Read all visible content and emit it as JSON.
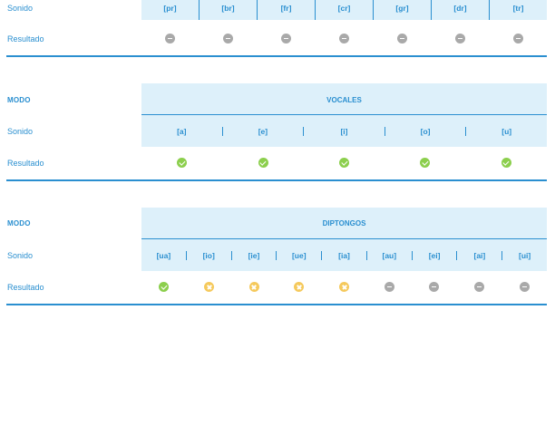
{
  "section1": {
    "sound_label": "Sonido",
    "result_label": "Resultado",
    "sounds": [
      "[pr]",
      "[br]",
      "[fr]",
      "[cr]",
      "[gr]",
      "[dr]",
      "[tr]"
    ],
    "results": [
      "neutral",
      "neutral",
      "neutral",
      "neutral",
      "neutral",
      "neutral",
      "neutral"
    ]
  },
  "section2": {
    "mode_label": "MODO",
    "title": "VOCALES",
    "sound_label": "Sonido",
    "result_label": "Resultado",
    "sounds": [
      "[a]",
      "[e]",
      "[i]",
      "[o]",
      "[u]"
    ],
    "results": [
      "correct",
      "correct",
      "correct",
      "correct",
      "correct"
    ]
  },
  "section3": {
    "mode_label": "MODO",
    "title": "DIPTONGOS",
    "sound_label": "Sonido",
    "result_label": "Resultado",
    "sounds": [
      "[ua]",
      "[io]",
      "[ie]",
      "[ue]",
      "[ia]",
      "[au]",
      "[ei]",
      "[ai]",
      "[ui]"
    ],
    "results": [
      "correct",
      "incorrect",
      "incorrect",
      "incorrect",
      "incorrect",
      "neutral",
      "neutral",
      "neutral",
      "neutral"
    ]
  },
  "colors": {
    "accent": "#2a8fd0",
    "band": "#ddf0fa",
    "correct": "#8ccf4d",
    "incorrect": "#f5c95c",
    "neutral": "#a9a9a9"
  }
}
